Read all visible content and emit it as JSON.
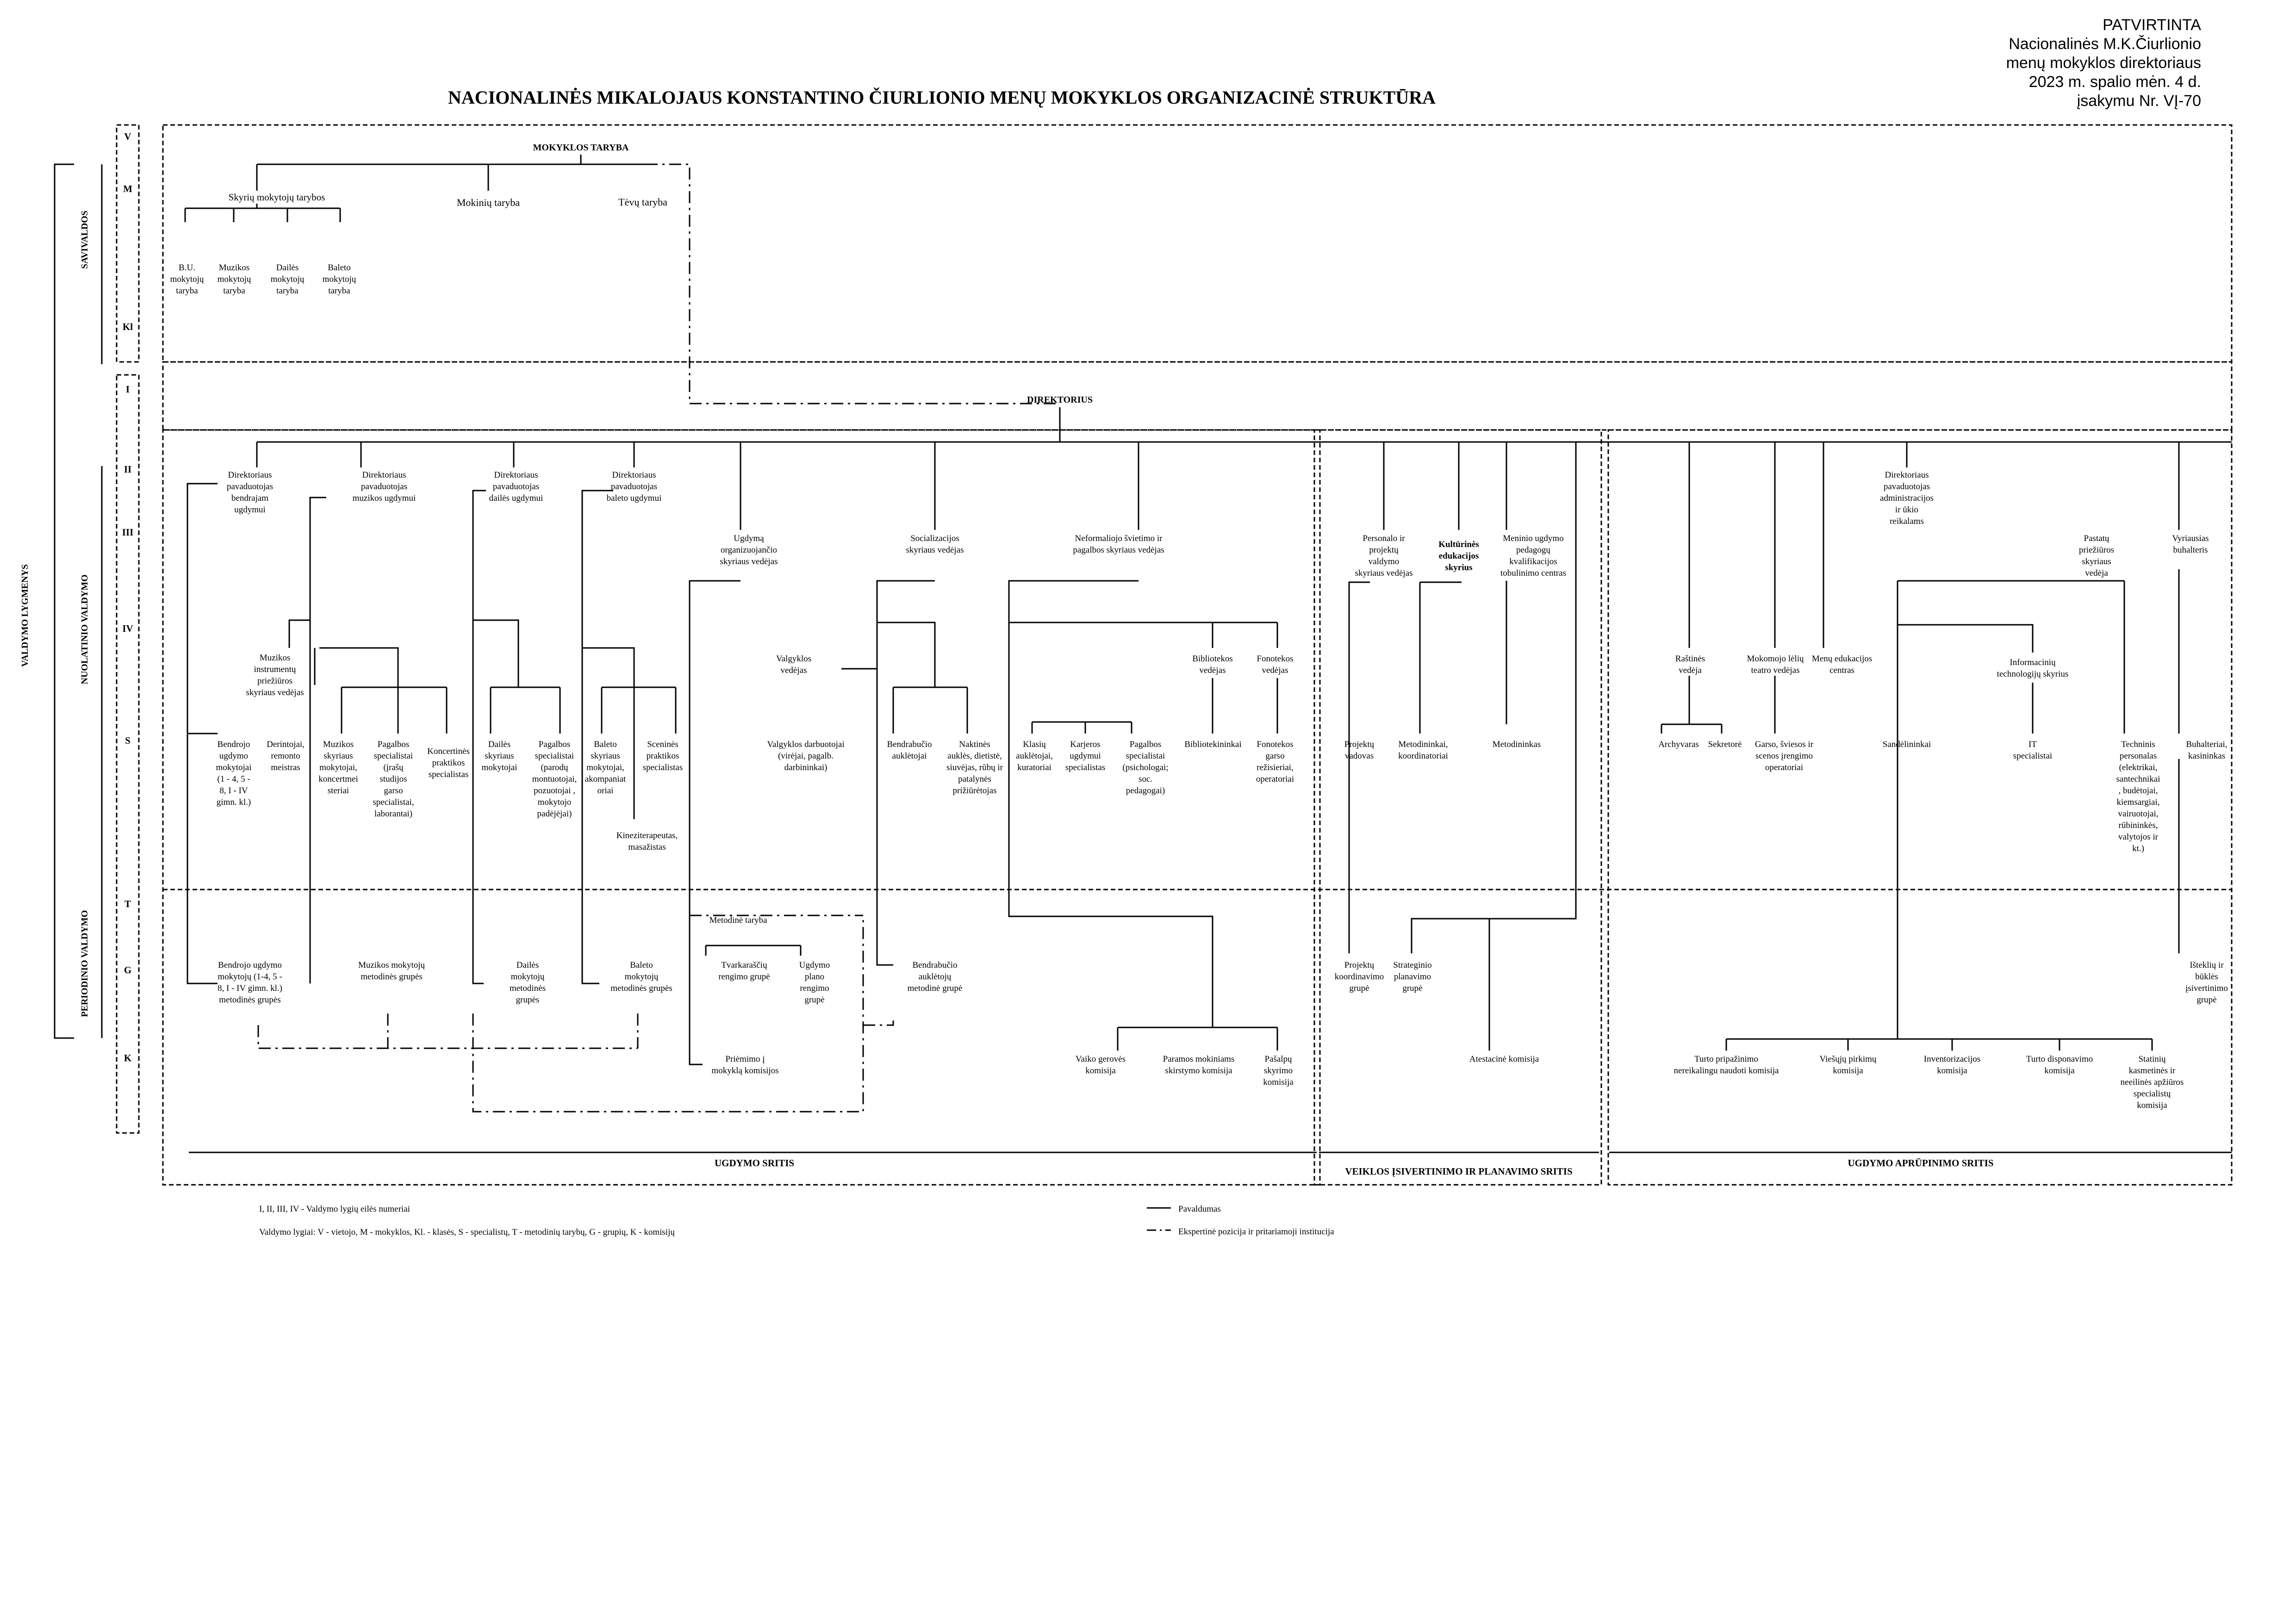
{
  "approval": [
    "PATVIRTINTA",
    "Nacionalinės M.K.Čiurlionio",
    "menų mokyklos direktoriaus",
    "2023 m. spalio mėn. 4 d.",
    "įsakymu Nr. VĮ-70"
  ],
  "title": "NACIONALINĖS MIKALOJAUS KONSTANTINO ČIURLIONIO MENŲ MOKYKLOS ORGANIZACINĖ STRUKTŪRA",
  "side_labels": {
    "outer": "VALDYMO LYGMENYS",
    "self_gov": "SAVIVALDOS",
    "continuous": "NUOLATINIO VALDYMO",
    "periodic": "PERIODINIO VALDYMO"
  },
  "levels": [
    "V",
    "M",
    "Kl",
    "I",
    "II",
    "III",
    "IV",
    "S",
    "T",
    "G",
    "K"
  ],
  "areas": {
    "education": "UGDYMO SRITIS",
    "evaluation": "VEIKLOS ĮSIVERTINIMO IR PLANAVIMO SRITIS",
    "support": "UGDYMO APRŪPINIMO SRITIS"
  },
  "legend": {
    "note1": "I, II, III, IV  - Valdymo lygių eilės numeriai",
    "note2": "Valdymo lygiai: V - vietojo, M - mokyklos, Kl. - klasės, S - specialistų, T - metodinių tarybų, G - grupių, K - komisijų",
    "solid": "Pavaldumas",
    "dashdot": "Ekspertinė pozicija ir pritariamoji institucija"
  },
  "nodes": {
    "school_council": "MOKYKLOS TARYBA",
    "dept_councils": "Skyrių mokytojų tarybos",
    "students_council": "Mokinių taryba",
    "parents_council": "Tėvų taryba",
    "bu_teachers": "B.U.\nmokytojų\ntaryba",
    "music_teachers": "Muzikos\nmokytojų\ntaryba",
    "art_teachers": "Dailės\nmokytojų\ntaryba",
    "ballet_teachers": "Baleto\nmokytojų\ntaryba",
    "director": "DIREKTORIUS",
    "dep_general": "Direktoriaus\npavaduotojas\nbendrajam\nugdymui",
    "dep_music": "Direktoriaus\npavaduotojas\nmuzikos ugdymui",
    "dep_art": "Direktoriaus\npavaduotojas\ndailės ugdymui",
    "dep_ballet": "Direktoriaus\npavaduotojas\nbaleto ugdymui",
    "edu_org_head": "Ugdymą\norganizuojančio\nskyriaus vedėjas",
    "social_head": "Socializacijos\nskyriaus vedėjas",
    "nonformal_head": "Neformaliojo švietimo  ir\npagalbos skyriaus  vedėjas",
    "personnel_head": "Personalo ir\nprojektų\nvaldymo\nskyriaus vedėjas",
    "cultural_edu": "Kultūrinės\nedukacijos\nskyrius",
    "arts_centre": "Meninio ugdymo\npedagogų\nkvalifikacijos\ntobulinimo centras",
    "dep_admin": "Direktoriaus\npavaduotojas\nadministracijos\nir ūkio\nreikalams",
    "building_head": "Pastatų\npriežiūros\nskyriaus\nvedėja",
    "chief_accountant": "Vyriausias\nbuhalteris",
    "instrument_head": "Muzikos\ninstrumentų\npriežiūros\nskyriaus vedėjas",
    "canteen_head": "Valgyklos\nvedėjas",
    "library_head": "Bibliotekos\nvedėjas",
    "phono_head": "Fonotekos\nvedėjas",
    "office_head": "Raštinės\nvedėja",
    "theatre_head": "Mokomojo  lėlių\nteatro vedėjas",
    "arts_edu_centre": "Menų edukacijos\ncentras",
    "it_head": "Informacinių\ntechnologijų skyrius",
    "s_general_teachers": "Bendrojo\nugdymo\nmokytojai\n(1 - 4, 5 -\n8, I - IV\ngimn. kl.)",
    "s_tuners": "Derintojai,\nremonto\nmeistras",
    "s_music_teachers": "Muzikos\nskyriaus\nmokytojai,\nkoncertmei\nsteriai",
    "s_music_support": "Pagalbos\nspecialistai\n(įrašų\nstudijos\ngarso\nspecialistai,\nlaborantai)",
    "s_concert": "Koncertinės\npraktikos\nspecialistas",
    "s_art_teachers": "Dailės\nskyriaus\nmokytojai",
    "s_art_support": "Pagalbos\nspecialistai\n(parodų\nmontuotojai,\npozuotojai ,\nmokytojo\npadėjėjai)",
    "s_ballet_teachers": "Baleto\nskyriaus\nmokytojai,\nakompaniat\noriai",
    "s_stage": "Sceninės\npraktikos\nspecialistas",
    "s_kinesi": "Kineziterapeutas,\nmasažistas",
    "s_canteen": "Valgyklos darbuotojai\n(virėjai, pagalb.\ndarbininkai)",
    "s_dorm_tutors": "Bendrabučio\nauklėtojai",
    "s_night": "Naktinės\nauklės, dietistė,\nsiuvėjas, rūbų ir\npatalynės\nprižiūrėtojas",
    "s_class_tutors": "Klasių\nauklėtojai,\nkuratoriai",
    "s_career": "Karjeros\nugdymui\nspecialistas",
    "s_support": "Pagalbos\nspecialistai\n(psichologai;\nsoc.\npedagogai)",
    "s_librarians": "Bibliotekininkai",
    "s_phono": "Fonotekos\ngarso\nrežisieriai,\noperatoriai",
    "s_projects": "Projektų\nvadovas",
    "s_methodists_coord": "Metodininkai,\nkoordinatoriai",
    "s_methodists": "Metodininkas",
    "s_archivist": "Archyvaras",
    "s_secretary": "Sekretorė",
    "s_sound_light": "Garso, šviesos ir\nscenos įrengimo\noperatoriai",
    "s_storekeepers": "Sandėlininkai",
    "s_it": "IT\nspecialistai",
    "s_technical": "Techninis\npersonalas\n(elektrikai,\nsantechnikai\n, budėtojai,\nkiemsargiai,\nvairuotojai,\nrūbininkės,\nvalytojos ir\nkt.)",
    "s_accountants": "Buhalteriai,\nkasininkas",
    "t_method_council": "Metodinė taryba",
    "g_general": "Bendrojo ugdymo\nmokytojų (1-4, 5 -\n8, I - IV gimn. kl.)\nmetodinės grupės",
    "g_music": "Muzikos mokytojų\nmetodinės grupės",
    "g_art": "Dailės\nmokytojų\nmetodinės\ngrupės",
    "g_ballet": "Baleto\nmokytojų\nmetodinės grupės",
    "g_timetable": "Tvarkaraščių\nrengimo grupė",
    "g_plan": "Ugdymo\nplano\nrengimo\ngrupė",
    "g_dorm": "Bendrabučio\nauklėtojų\nmetodinė grupė",
    "g_project": "Projektų\nkoordinavimo\ngrupė",
    "g_strategic": "Strateginio\nplanavimo\ngrupė",
    "g_resources": "Išteklių ir\nbūklės\nįsivertinimo\ngrupė",
    "k_admission": "Priėmimo į\nmokyklą komisijos",
    "k_welfare": "Vaiko gerovės\nkomisija",
    "k_support": "Paramos mokiniams\nskirstymo komisija",
    "k_awards": "Pašalpų\nskyrimo\nkomisija",
    "k_attestation": "Atestacinė komisija",
    "k_writeoff": "Turto pripažinimo\nnereikalingu naudoti komisija",
    "k_procurement": "Viešųjų pirkimų\nkomisija",
    "k_inventory": "Inventorizacijos\nkomisija",
    "k_disposal": "Turto disponavimo\nkomisija",
    "k_building": "Statinių\nkasmetinės ir\nneeilinės apžiūros\nspecialistų\nkomisija"
  }
}
